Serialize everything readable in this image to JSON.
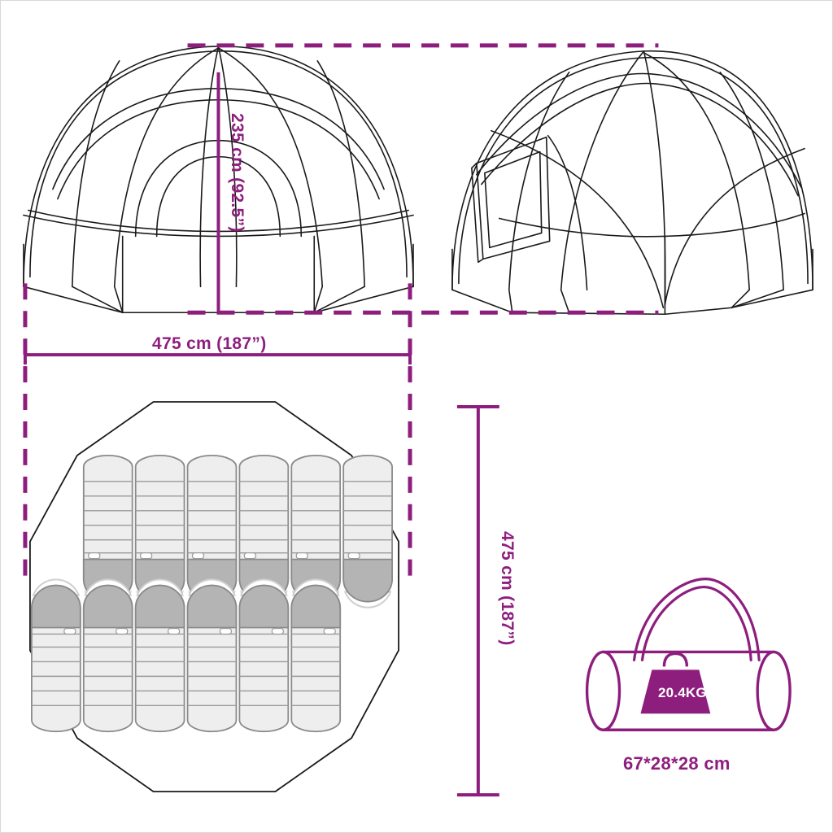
{
  "diagram": {
    "type": "product-dimension-diagram",
    "subject": "dome tent",
    "background_color": "#ffffff",
    "line_color": "#1a1a1a",
    "accent_color": "#8E1E7E",
    "bag_fill": "#d9d9d9",
    "hood_fill": "#a8a8a8"
  },
  "views": {
    "front": {
      "name": "front-elevation",
      "occupants": null
    },
    "angled": {
      "name": "three-quarter-view",
      "window": "side-window-panel"
    },
    "floorplan": {
      "name": "floor-plan-top-view",
      "shape": "decagon",
      "sleeping_bag_count": 12,
      "rows": 2,
      "bags_per_row": 6
    },
    "carrybag": {
      "name": "carry-bag-view"
    }
  },
  "dimensions": {
    "height": {
      "label": "235 cm (92.5”)",
      "value_cm": 235,
      "value_in": 92.5,
      "orientation": "vertical"
    },
    "width": {
      "label": "475 cm (187”)",
      "value_cm": 475,
      "value_in": 187,
      "orientation": "horizontal"
    },
    "depth": {
      "label": "475 cm (187”)",
      "value_cm": 475,
      "value_in": 187,
      "orientation": "vertical"
    }
  },
  "packed": {
    "weight_label": "20.4KG",
    "weight_kg": 20.4,
    "packed_size_label": "67*28*28 cm",
    "packed_size": {
      "length_cm": 67,
      "width_cm": 28,
      "height_cm": 28
    }
  }
}
